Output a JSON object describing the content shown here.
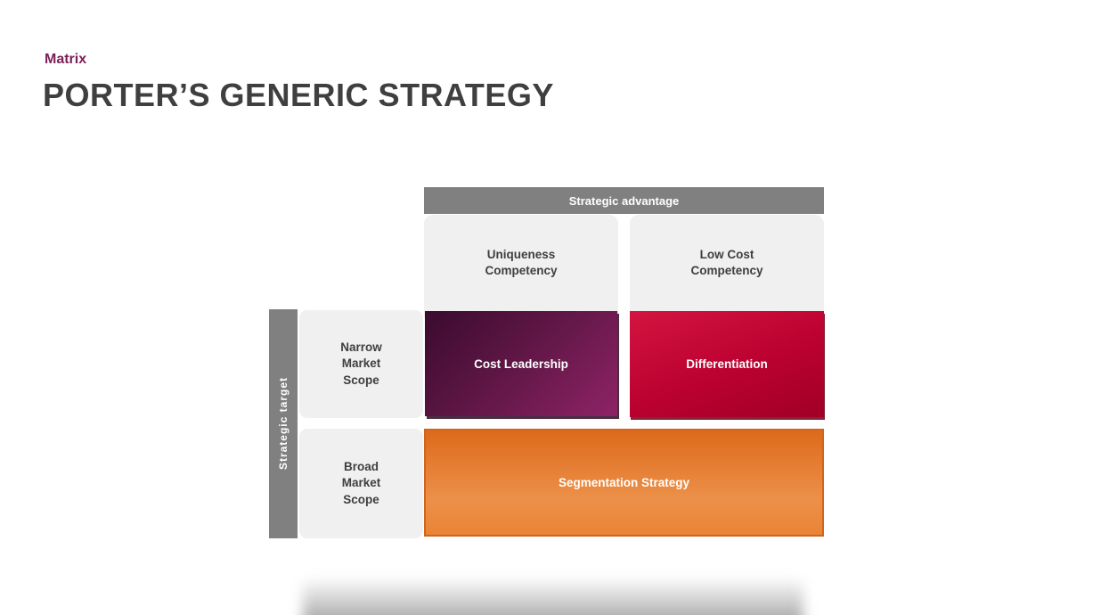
{
  "slide": {
    "kicker": "Matrix",
    "title": "PORTER’S GENERIC STRATEGY"
  },
  "matrix": {
    "column_axis_label": "Strategic advantage",
    "row_axis_label": "Strategic target",
    "column_headers": [
      "Uniqueness\nCompetency",
      "Low Cost\nCompetency"
    ],
    "row_headers": [
      "Narrow\nMarket\nScope",
      "Broad\nMarket\nScope"
    ],
    "cells": {
      "cost_leadership": "Cost Leadership",
      "differentiation": "Differentiation",
      "segmentation": "Segmentation  Strategy"
    },
    "colors": {
      "kicker_text": "#7C1E57",
      "title_text": "#3F3F3F",
      "axis_band": "#808080",
      "light_cell": "#F0F0F0",
      "cost_leadership_gradient_start": "#3A0B2E",
      "cost_leadership_gradient_end": "#8E2366",
      "differentiation_gradient_start": "#D31441",
      "differentiation_gradient_end": "#A00026",
      "segmentation_gradient_start": "#DD6A1B",
      "segmentation_gradient_end": "#EC9049"
    }
  }
}
